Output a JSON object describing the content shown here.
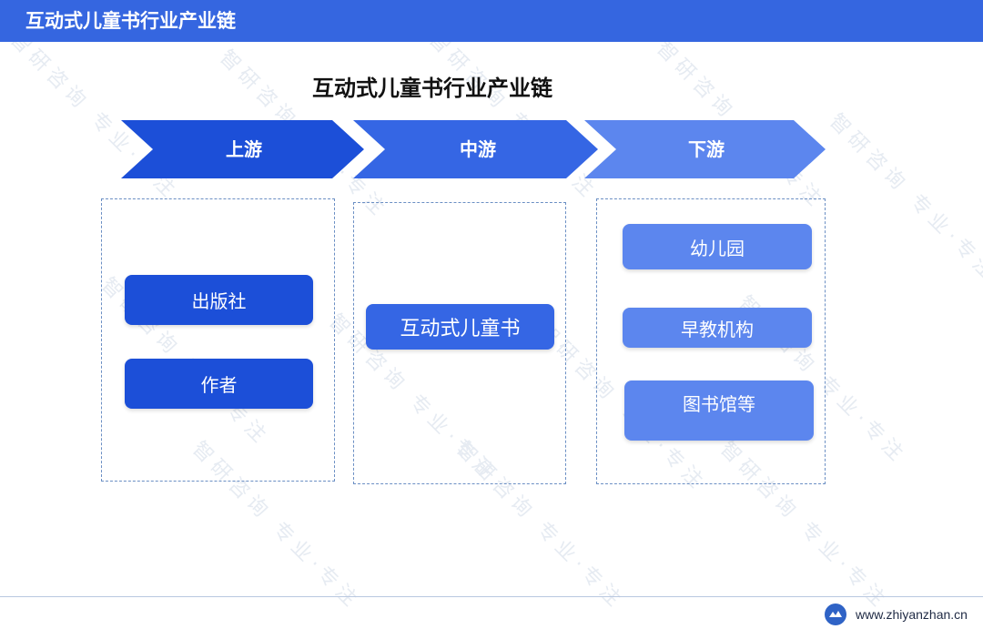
{
  "header": {
    "title": "互动式儿童书行业产业链"
  },
  "diagram": {
    "title": "互动式儿童书行业产业链",
    "stages": [
      {
        "label": "上游",
        "color": "#1c4fd8",
        "items": [
          "出版社",
          "作者"
        ]
      },
      {
        "label": "中游",
        "color": "#3566e4",
        "items": [
          "互动式儿童书"
        ]
      },
      {
        "label": "下游",
        "color": "#5c86ee",
        "items": [
          "幼儿园",
          "早教机构",
          "图书馆等"
        ]
      }
    ]
  },
  "watermark": {
    "text": "智研咨询 专业·专注"
  },
  "footer": {
    "url": "www.zhiyanzhan.cn"
  }
}
